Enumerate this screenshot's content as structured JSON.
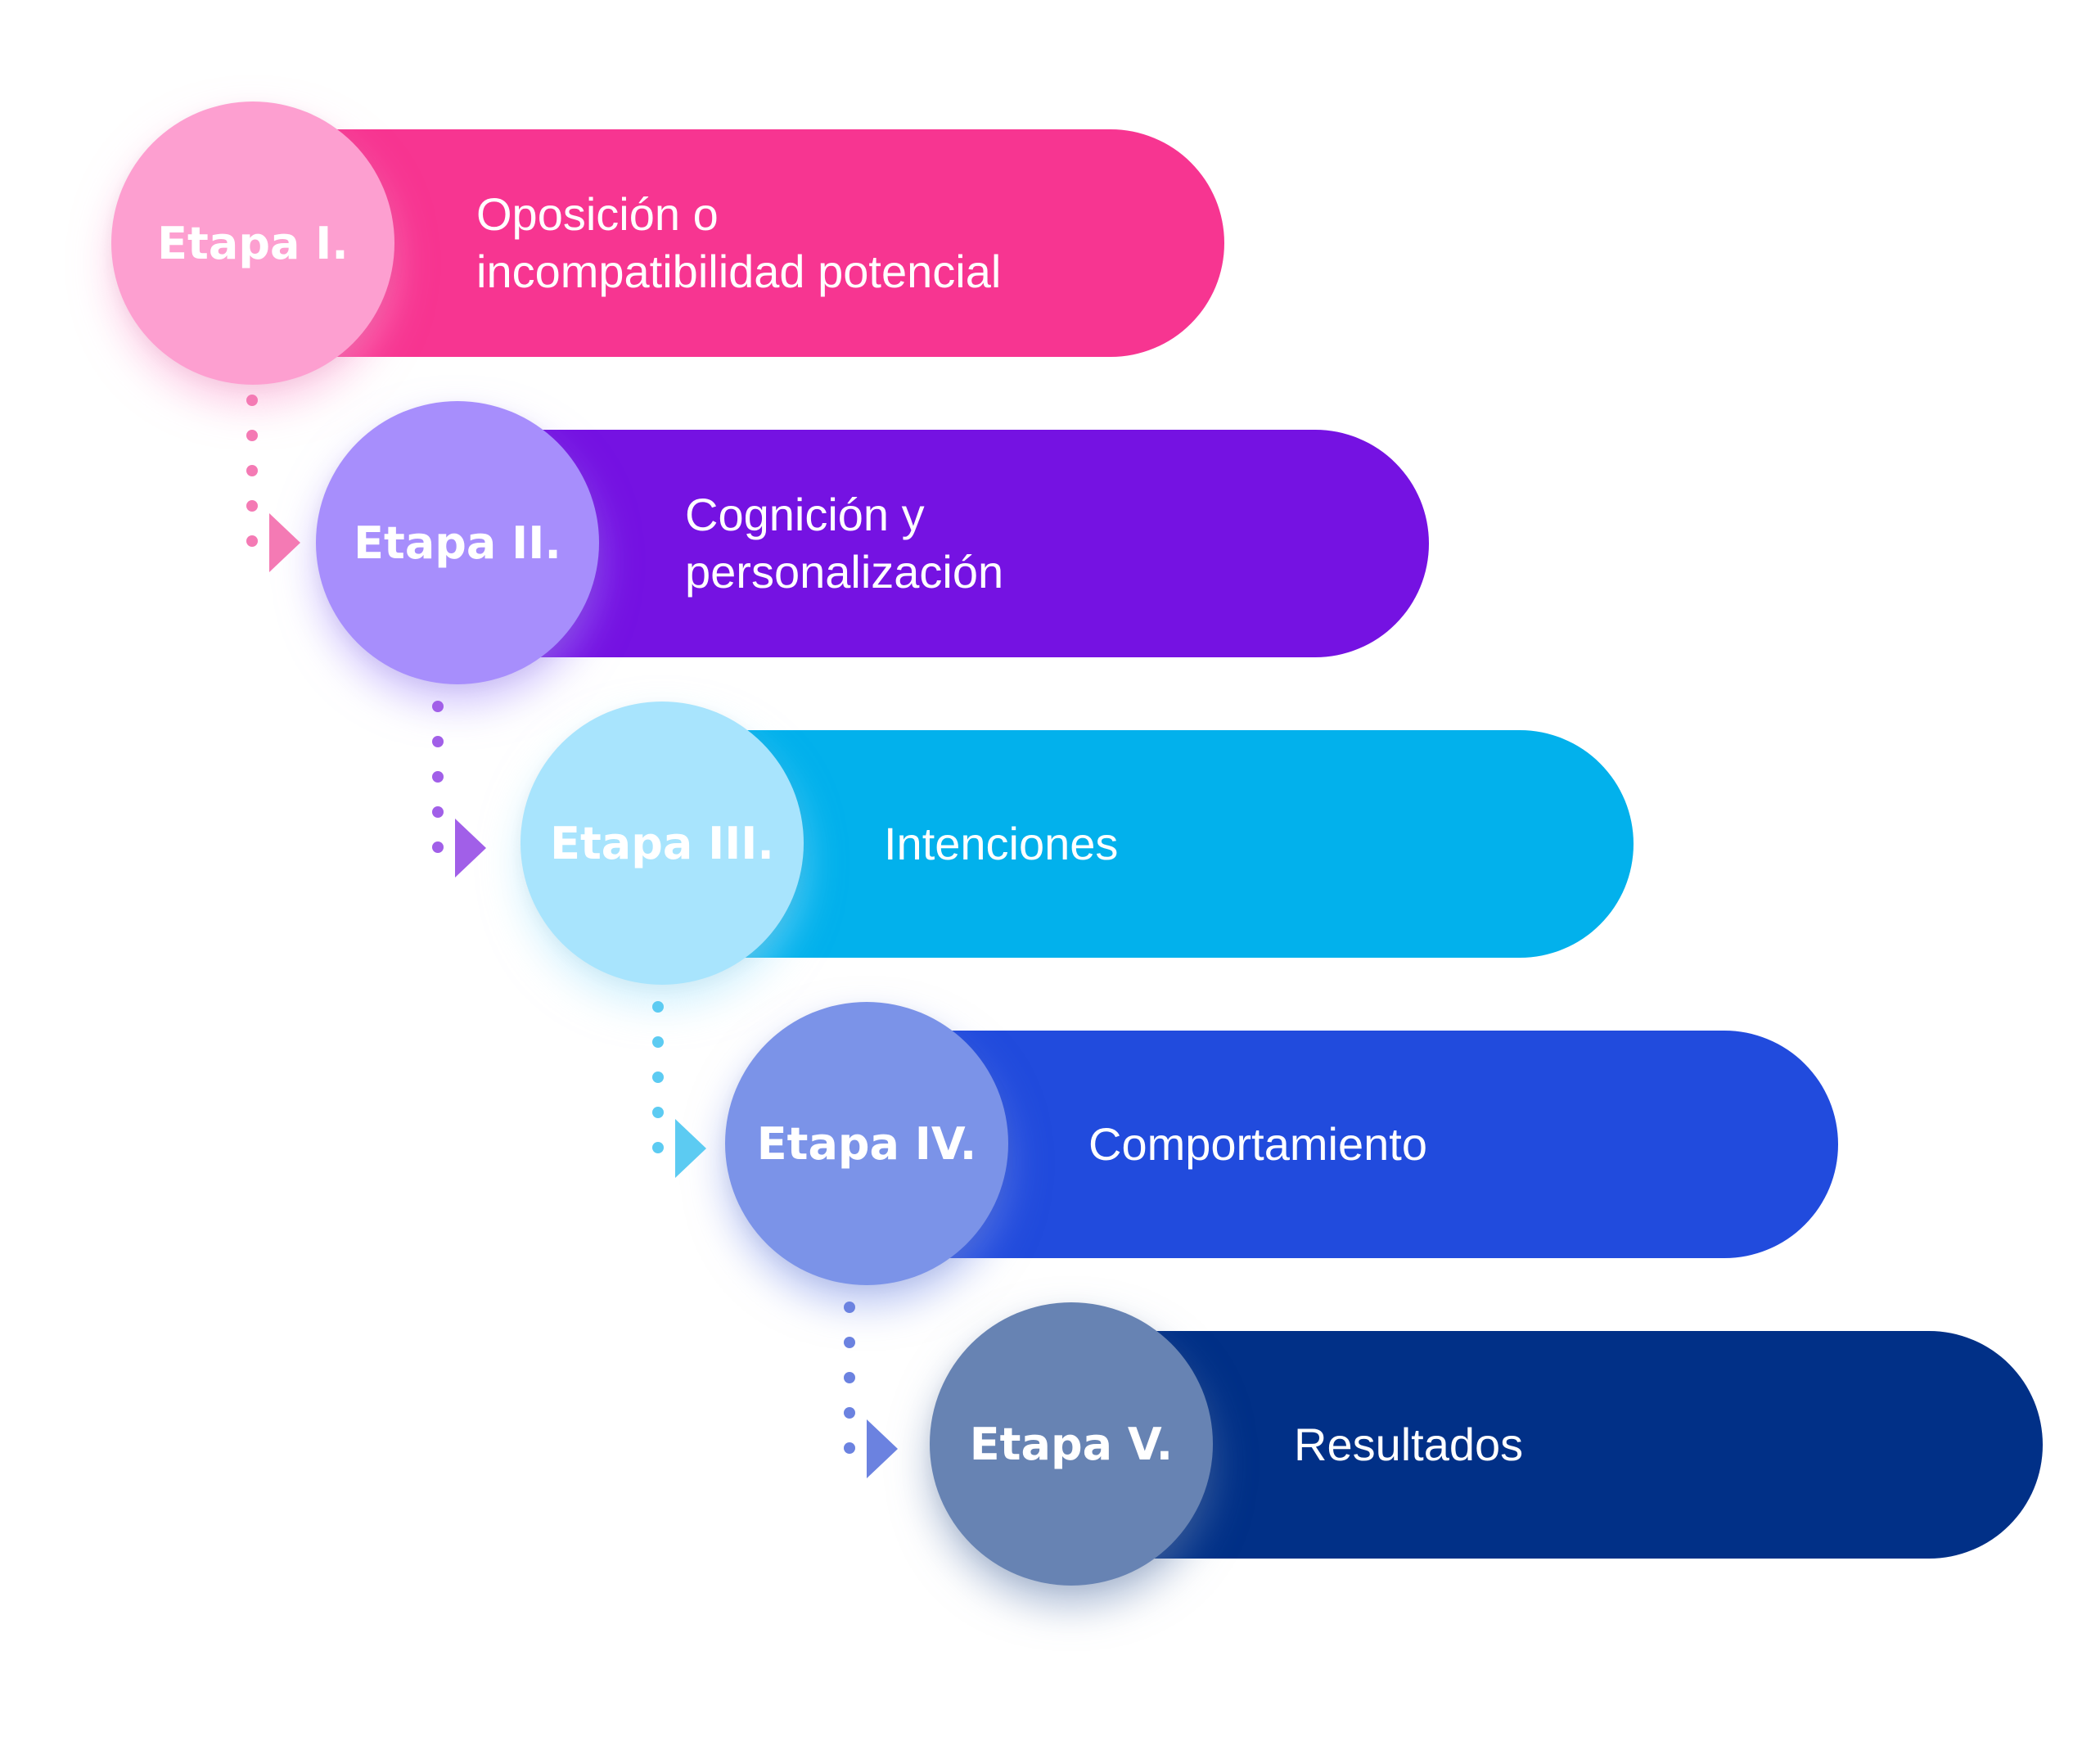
{
  "stages": [
    {
      "label": "Etapa I.",
      "text": "Oposición o\nincompatibilidad potencial",
      "bar_color": "#f73591",
      "circle_color": "#fd9fd0",
      "connector_color": "#f47ab4"
    },
    {
      "label": "Etapa II.",
      "text": "Cognición y\npersonalización",
      "bar_color": "#7512e2",
      "circle_color": "#a78efc",
      "connector_color": "#a15fe8"
    },
    {
      "label": "Etapa III.",
      "text": "Intenciones",
      "bar_color": "#02b1ec",
      "circle_color": "#a8e4fd",
      "connector_color": "#5ccbf2"
    },
    {
      "label": "Etapa IV.",
      "text": "Comportamiento",
      "bar_color": "#214bdd",
      "circle_color": "#7b93e8",
      "connector_color": "#6b82e0"
    },
    {
      "label": "Etapa V.",
      "text": "Resultados",
      "bar_color": "#013087",
      "circle_color": "#6783b3",
      "connector_color": null
    }
  ]
}
